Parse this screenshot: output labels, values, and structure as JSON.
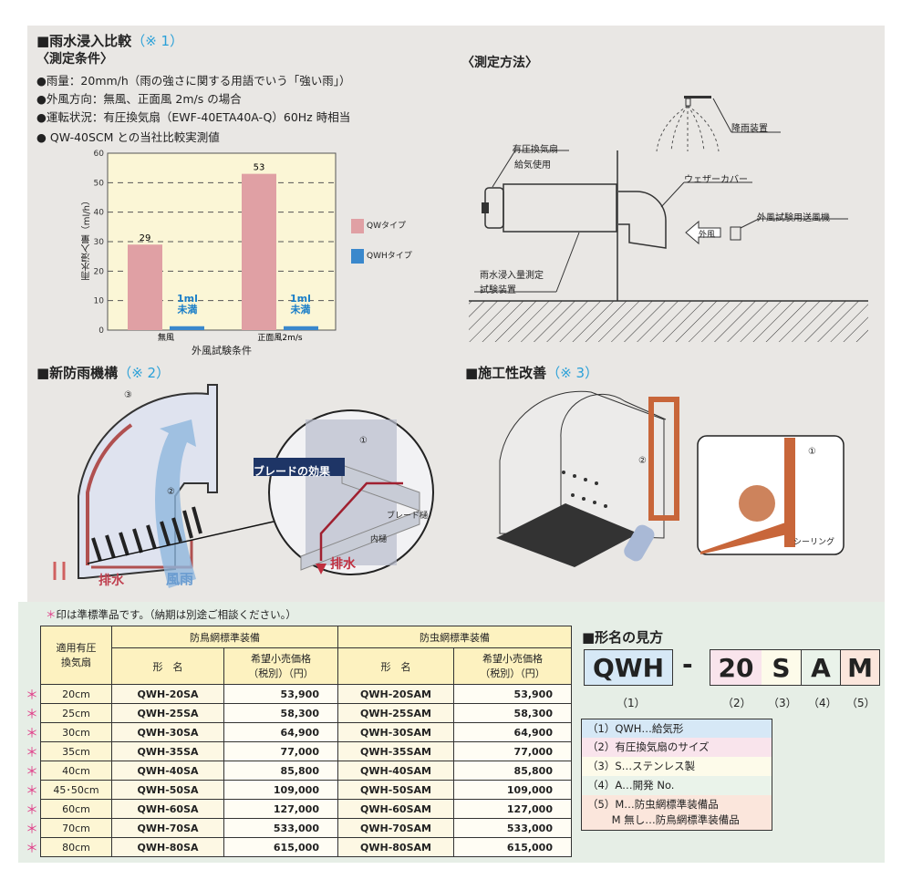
{
  "rain": {
    "title": "■雨水浸入比較",
    "note": "（※ 1）",
    "conditions_title": "〈測定条件〉",
    "conditions": [
      "●雨量：20mm/h（雨の強さに関する用語でいう「強い雨」）",
      "●外風方向：無風、正面風 2m/s の場合",
      "●運転状況：有圧換気扇（EWF-40ETA40A-Q）60Hz 時相当",
      "● QW-40SCM との当社比較実測値"
    ],
    "qwh_label": [
      "1ml",
      "未満"
    ]
  },
  "chart_data": {
    "type": "bar",
    "categories": [
      "無風",
      "正面風2m/s"
    ],
    "series": [
      {
        "name": "QWタイプ",
        "values": [
          29,
          53
        ],
        "color": "#e0a0a4"
      },
      {
        "name": "QWHタイプ",
        "values": [
          1,
          1
        ],
        "color": "#3a88cc"
      }
    ],
    "data_labels": [
      "29",
      "53"
    ],
    "xlabel": "外風試験条件",
    "ylabel": "雨水浸入量（ml/h）",
    "ylim": [
      0,
      60
    ],
    "yticks": [
      "0",
      "10",
      "20",
      "30",
      "40",
      "50",
      "60"
    ],
    "grid": true,
    "legend": "right"
  },
  "method": {
    "title": "〈測定方法〉",
    "labels": {
      "fan1": "有圧換気扇",
      "fan2": "給気使用",
      "rain": "降雨装置",
      "cover": "ウェザーカバー",
      "blower": "外風試験用送風機",
      "wind": "外風",
      "test1": "雨水浸入量測定",
      "test2": "試験装置"
    }
  },
  "mech": {
    "title": "■新防雨機構",
    "note": "（※ 2）",
    "n3": "③",
    "n2": "②",
    "n1": "①",
    "blade": "ブレードの効果",
    "blade_gutter": "ブレード樋",
    "inner_gutter": "内樋",
    "drain": "排水",
    "drain2": "排水",
    "windrain": "風雨"
  },
  "work": {
    "title": "■施工性改善",
    "note": "（※ 3）",
    "n2": "②",
    "n1": "①",
    "sealing": "シーリング"
  },
  "table": {
    "notice": "印は準標準品です。（納期は別途ご相談ください。）",
    "star": "＊",
    "h_fan": [
      "適用有圧",
      "換気扇"
    ],
    "h_bird": "防鳥網標準装備",
    "h_insect": "防虫網標準装備",
    "h_model": "形　名",
    "h_price": [
      "希望小売価格",
      "（税別）（円）"
    ],
    "rows": [
      [
        "20cm",
        "QWH-20SA",
        "53,900",
        "QWH-20SAM",
        "53,900"
      ],
      [
        "25cm",
        "QWH-25SA",
        "58,300",
        "QWH-25SAM",
        "58,300"
      ],
      [
        "30cm",
        "QWH-30SA",
        "64,900",
        "QWH-30SAM",
        "64,900"
      ],
      [
        "35cm",
        "QWH-35SA",
        "77,000",
        "QWH-35SAM",
        "77,000"
      ],
      [
        "40cm",
        "QWH-40SA",
        "85,800",
        "QWH-40SAM",
        "85,800"
      ],
      [
        "45･50cm",
        "QWH-50SA",
        "109,000",
        "QWH-50SAM",
        "109,000"
      ],
      [
        "60cm",
        "QWH-60SA",
        "127,000",
        "QWH-60SAM",
        "127,000"
      ],
      [
        "70cm",
        "QWH-70SA",
        "533,000",
        "QWH-70SAM",
        "533,000"
      ],
      [
        "80cm",
        "QWH-80SA",
        "615,000",
        "QWH-80SAM",
        "615,000"
      ]
    ]
  },
  "model": {
    "title": "■形名の見方",
    "parts": [
      "QWH",
      "-",
      "20",
      "S",
      "A",
      "M"
    ],
    "nums": [
      "（1）",
      "（2）",
      "（3）",
      "（4）",
      "（5）"
    ],
    "legend": [
      "（1）QWH…給気形",
      "（2）有圧換気扇のサイズ",
      "（3）S…ステンレス製",
      "（4）A…開発 No.",
      "（5）M…防虫網標準装備品",
      "　　 M 無し…防鳥網標準装備品"
    ],
    "colors": [
      "#d6e8f6",
      "#f9e4ec",
      "#fdfbea",
      "#eaf3ea",
      "#fbe6dc"
    ]
  }
}
